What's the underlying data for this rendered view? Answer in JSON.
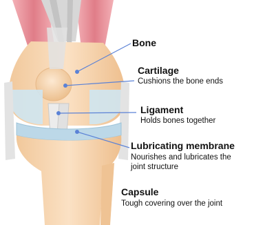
{
  "labels": {
    "bone": {
      "title": "Bone"
    },
    "cartilage": {
      "title": "Cartilage",
      "description": "Cushions the bone ends"
    },
    "ligament": {
      "title": "Ligament",
      "description": "Holds bones together"
    },
    "lubricating_membrane": {
      "title": "Lubricating membrane",
      "description": [
        "Nourishes and lubricates the",
        "joint structure"
      ]
    },
    "capsule": {
      "title": "Capsule",
      "description": "Tough covering over the joint"
    }
  },
  "colors": {
    "muscle": "#e88a93",
    "tendon": "#d9d9d9",
    "bone": "#f6d2aa",
    "cartilage": "#c7e2ef",
    "ligament": "#e4e4e4",
    "leader_line": "#5b82d6",
    "leader_dot": "#5b82d6"
  }
}
